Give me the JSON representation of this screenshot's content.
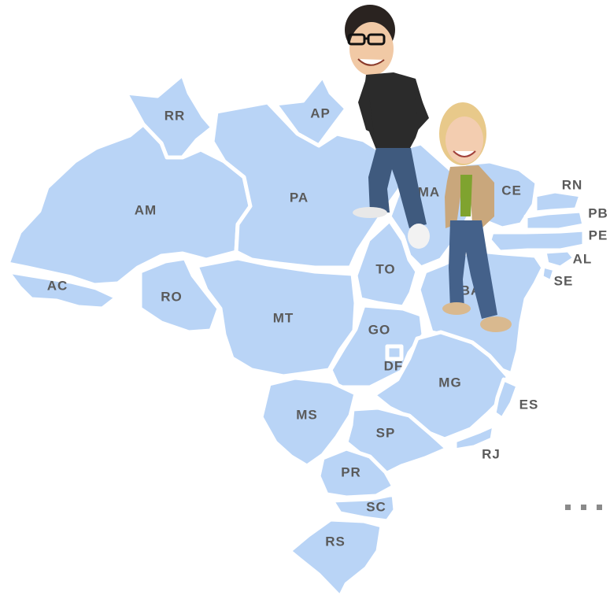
{
  "colors": {
    "state_fill": "#b9d4f6",
    "state_border": "#ffffff",
    "label": "#5a5a5a",
    "more_dots": "#8a8a8a"
  },
  "states": [
    {
      "code": "RR",
      "name": "rr"
    },
    {
      "code": "AP",
      "name": "ap"
    },
    {
      "code": "AM",
      "name": "am"
    },
    {
      "code": "PA",
      "name": "pa"
    },
    {
      "code": "MA",
      "name": "ma"
    },
    {
      "code": "CE",
      "name": "ce"
    },
    {
      "code": "RN",
      "name": "rn"
    },
    {
      "code": "PB",
      "name": "pb"
    },
    {
      "code": "PE",
      "name": "pe"
    },
    {
      "code": "AL",
      "name": "al"
    },
    {
      "code": "SE",
      "name": "se"
    },
    {
      "code": "AC",
      "name": "ac"
    },
    {
      "code": "RO",
      "name": "ro"
    },
    {
      "code": "MT",
      "name": "mt"
    },
    {
      "code": "TO",
      "name": "to"
    },
    {
      "code": "BA",
      "name": "ba"
    },
    {
      "code": "GO",
      "name": "go"
    },
    {
      "code": "DF",
      "name": "df"
    },
    {
      "code": "MG",
      "name": "mg"
    },
    {
      "code": "ES",
      "name": "es"
    },
    {
      "code": "MS",
      "name": "ms"
    },
    {
      "code": "SP",
      "name": "sp"
    },
    {
      "code": "RJ",
      "name": "rj"
    },
    {
      "code": "PR",
      "name": "pr"
    },
    {
      "code": "SC",
      "name": "sc"
    },
    {
      "code": "RS",
      "name": "rs"
    }
  ],
  "more_icon": "ellipsis-icon",
  "people": [
    {
      "name": "man-with-glasses",
      "shirt": "#2b2b2b",
      "jeans": "#3f5a7e",
      "skin": "#f1c9a5",
      "hair": "#2a2320"
    },
    {
      "name": "blonde-woman",
      "jacket": "#c9a77c",
      "top": "#7fa32f",
      "jeans": "#44618a",
      "skin": "#f3cdb0",
      "hair": "#e8c98a"
    }
  ]
}
